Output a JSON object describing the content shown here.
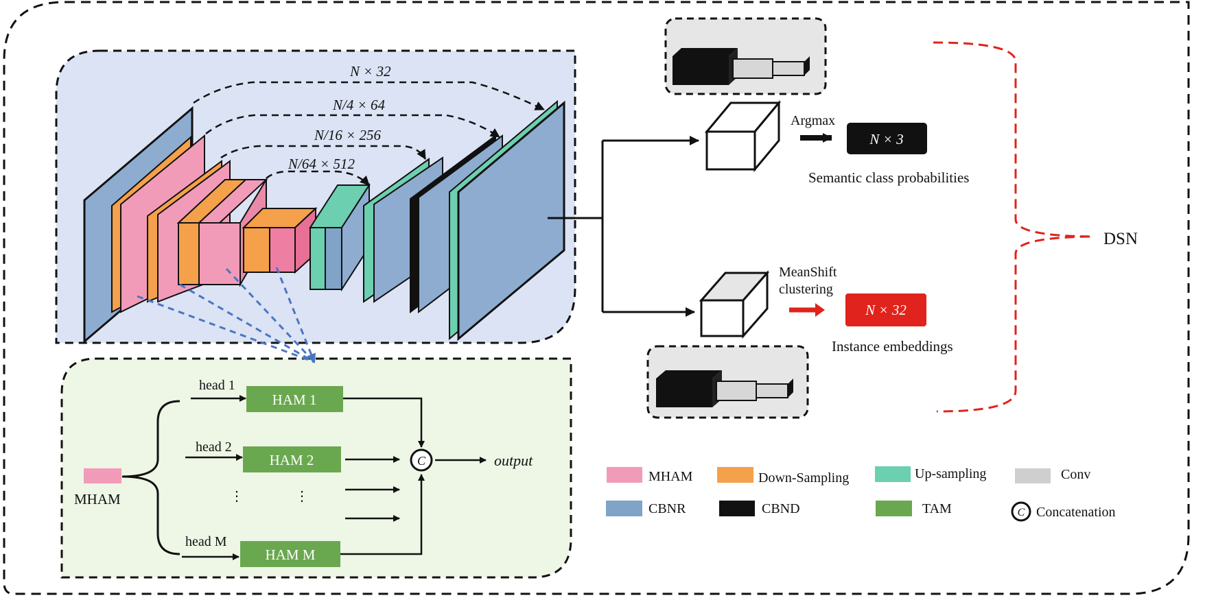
{
  "encoder": {
    "skip_labels": [
      "N × 32",
      "N/4 × 64",
      "N/16 × 256",
      "N/64 × 512"
    ]
  },
  "semantic_branch": {
    "op_label": "Argmax",
    "output_label": "N × 3",
    "caption": "Semantic class probabilities"
  },
  "instance_branch": {
    "op_label_line1": "MeanShift",
    "op_label_line2": "clustering",
    "output_label": "N × 32",
    "caption": "Instance embeddings"
  },
  "dsn_label": "DSN",
  "mham_detail": {
    "input_label": "MHAM",
    "heads": [
      {
        "head_label": "head 1",
        "box_label": "HAM 1"
      },
      {
        "head_label": "head 2",
        "box_label": "HAM 2"
      },
      {
        "head_label": "head M",
        "box_label": "HAM M"
      }
    ],
    "concat_symbol": "C",
    "output_label": "output",
    "ellipsis": "⋮"
  },
  "legend": [
    {
      "label": "MHAM",
      "color": "#f29bb8"
    },
    {
      "label": "Down-Sampling",
      "color": "#f5a04a"
    },
    {
      "label": "Up-sampling",
      "color": "#6ccfb0"
    },
    {
      "label": "Conv",
      "color": "#cfcfcf"
    },
    {
      "label": "CBNR",
      "color": "#7fa4c8"
    },
    {
      "label": "CBND",
      "color": "#111111"
    },
    {
      "label": "TAM",
      "color": "#6aa84f"
    },
    {
      "label": "Concatenation",
      "color": "#ffffff"
    }
  ],
  "colors": {
    "encoder_bg": "#dbe3f5",
    "mham_bg": "#eef6e6",
    "conv_bg": "#e6e6e6",
    "ham_green": "#6aa84f",
    "red": "#e0231c",
    "blue_dash": "#4a76c0"
  }
}
